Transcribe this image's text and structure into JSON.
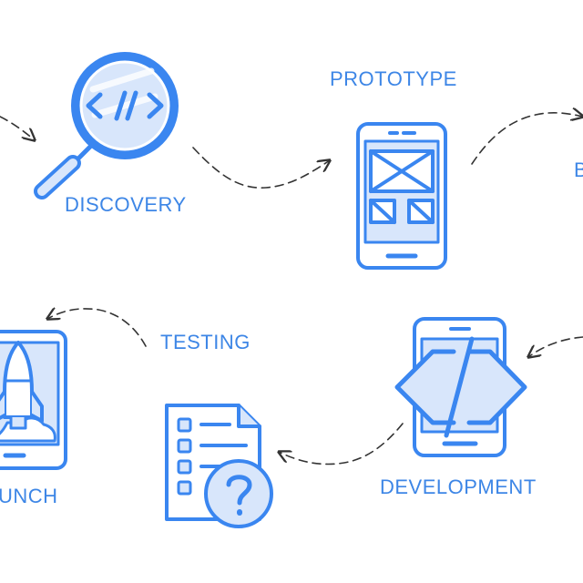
{
  "colors": {
    "primary": "#3a86f0",
    "fill": "#d8e6fb",
    "white": "#ffffff",
    "arrow": "#333333",
    "label": "#3d86e6"
  },
  "steps": [
    {
      "id": "discovery",
      "label": "DISCOVERY",
      "icon": "magnifier-code-icon"
    },
    {
      "id": "prototype",
      "label": "PROTOTYPE",
      "icon": "phone-wireframe-icon"
    },
    {
      "id": "b",
      "label": "B",
      "icon": ""
    },
    {
      "id": "development",
      "label": "DEVELOPMENT",
      "icon": "phone-code-icon"
    },
    {
      "id": "testing",
      "label": "TESTING",
      "icon": "document-question-icon"
    },
    {
      "id": "launch",
      "label": "UNCH",
      "icon": "tablet-rocket-icon"
    }
  ]
}
